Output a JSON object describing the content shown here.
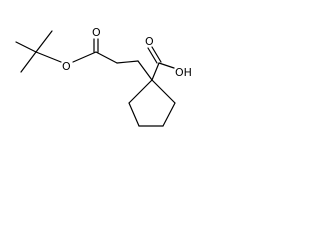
{
  "molecule": {
    "atom_labels": {
      "ester_oxygen": "O",
      "carbonyl_oxygen_ester": "O",
      "carbonyl_oxygen_acid": "O",
      "hydroxyl": "OH"
    }
  }
}
